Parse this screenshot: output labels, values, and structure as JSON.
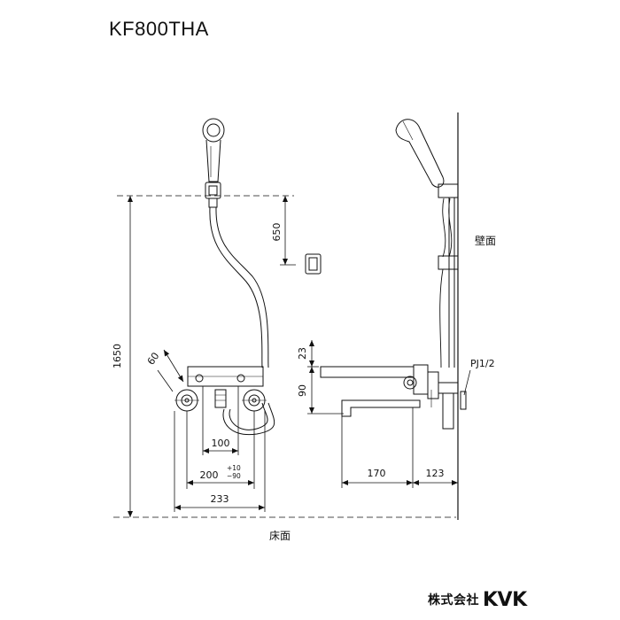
{
  "title": "KF800THA",
  "labels": {
    "wall": "壁面",
    "floor": "床面",
    "pipe": "PJ1/2"
  },
  "dimensions": {
    "h1650": "1650",
    "h650": "650",
    "d60": "60",
    "d100": "100",
    "d200": "200",
    "tol_plus": "+10",
    "tol_minus": "−90",
    "d233": "233",
    "d23": "23",
    "d90": "90",
    "d170": "170",
    "d123": "123"
  },
  "logo": {
    "company": "株式会社",
    "brand": "KVK"
  }
}
